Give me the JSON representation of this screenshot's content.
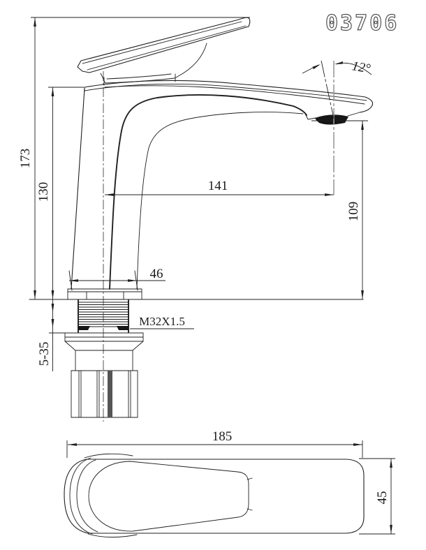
{
  "logo": {
    "text": "03706"
  },
  "dimensions": {
    "overall_height": "173",
    "body_height": "130",
    "spout_reach": "141",
    "outlet_height": "109",
    "base_width": "46",
    "thread_spec": "M32X1.5",
    "clamping_range": "5-35",
    "outlet_angle": "12°",
    "overall_length": "185",
    "handle_width": "45"
  },
  "colors": {
    "line": "#1f1f1f",
    "centerline_gray": "#9a9a9a",
    "background": "#ffffff",
    "logo_outline": "#4d4d4d"
  }
}
